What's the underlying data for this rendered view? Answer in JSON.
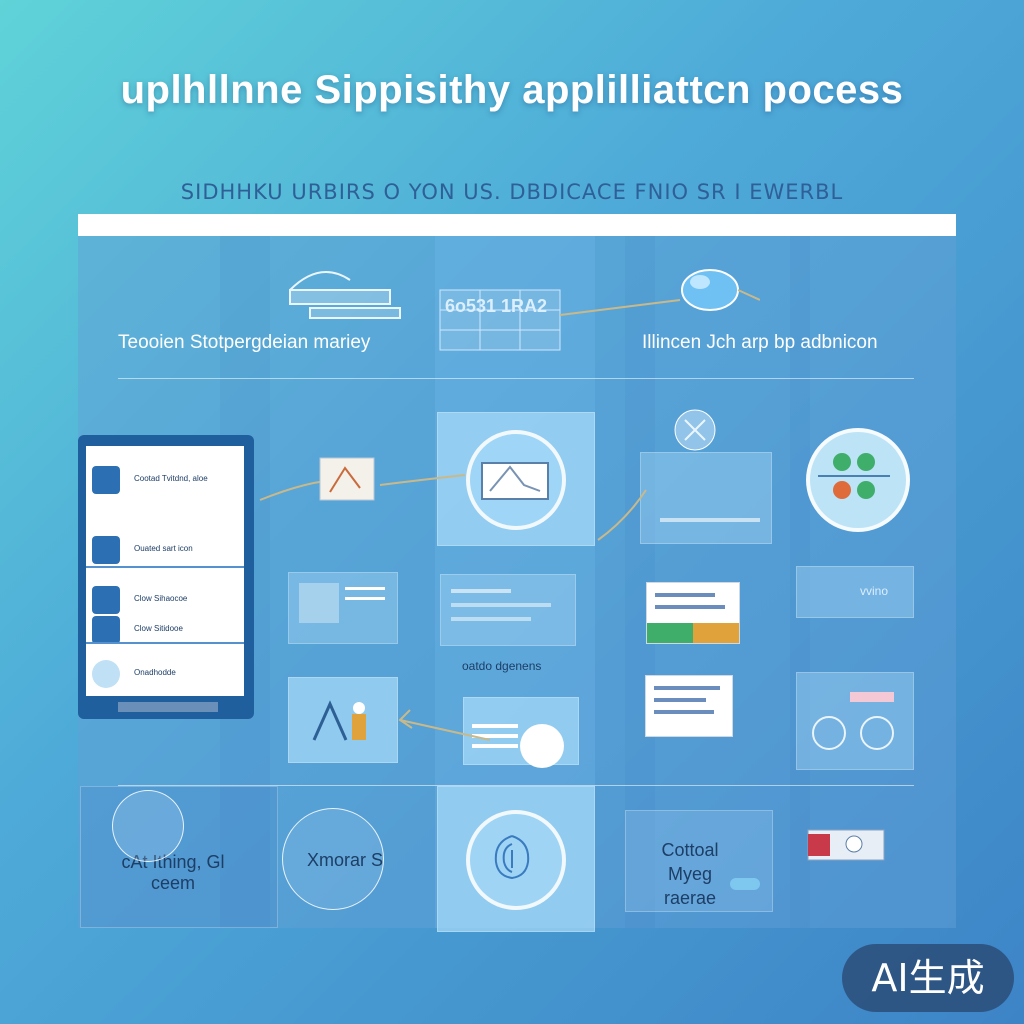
{
  "title": "uplhllnne Sippisithy applilliattcn pocess",
  "subtitle": "SIDHHKU URBIRS O YON US. DBDICACE FNIO SR I EWERBL",
  "panels": {
    "left_label": "Teooien Stotpergdeian mariey",
    "right_label": "Illincen Jch  arp  bp adbnicon",
    "mid_caption": "oatdo dgenens",
    "chart_label": "6o531 1RA2",
    "bottom_left": "cAt Ithing, Gl ceem",
    "bottom_mid": "Xmorar S",
    "bottom_right": "Cottoal Myeg raerae",
    "right_item": "vvino"
  },
  "phone": {
    "rows": [
      "Cootad Tvitdnd, aloe",
      "Ouated sart icon",
      "Clow Sihaocoe",
      "Clow Sitidooe",
      "Onadhodde"
    ]
  },
  "badge": "AI生成",
  "colors": {
    "accent": "#3d84c7",
    "panel": "#1f5f9e"
  }
}
